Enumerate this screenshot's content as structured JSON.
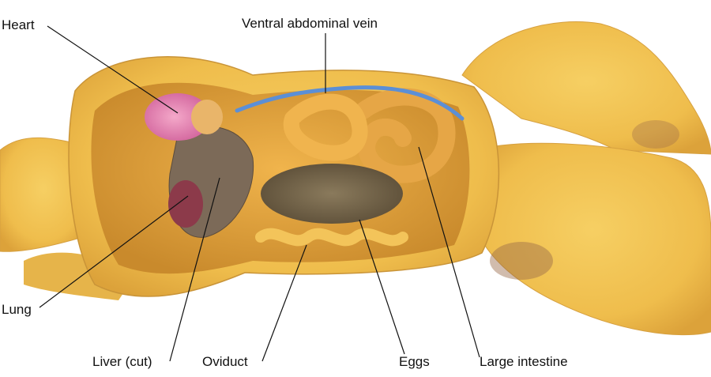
{
  "labels": {
    "heart": "Heart",
    "ventral_abdominal_vein": "Ventral abdominal vein",
    "lung": "Lung",
    "liver": "Liver (cut)",
    "oviduct": "Oviduct",
    "eggs": "Eggs",
    "large_intestine": "Large intestine"
  },
  "colors": {
    "background": "#ffffff",
    "body": "#f0c253",
    "vein": "#5b8fd6",
    "heart": "#e07aa8",
    "eggs": "#6e6048",
    "leader_line": "#111111"
  }
}
